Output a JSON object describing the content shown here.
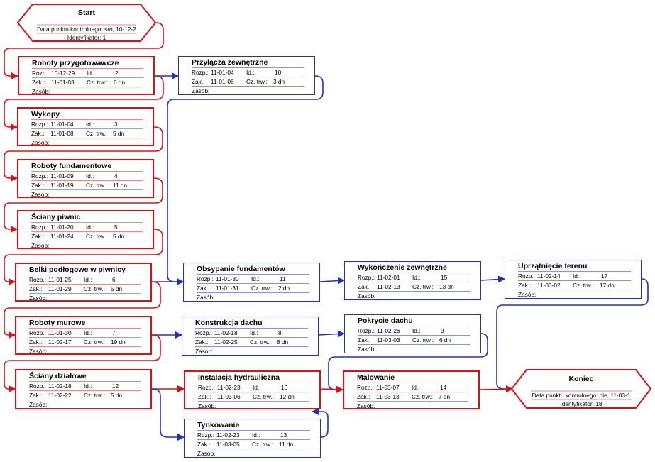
{
  "labels": {
    "start": "Rozp.:",
    "finish": "Zak.:",
    "id": "Id.:",
    "duration": "Cz. trw.:",
    "resource": "Zasób:"
  },
  "colors": {
    "critical": "#d9101a",
    "noncritical": "#2232b5"
  },
  "start_node": {
    "title": "Start",
    "line1": "Data punktu kontrolnego: śro, 10-12-2",
    "line2": "Identyfikator: 1"
  },
  "end_node": {
    "title": "Koniec",
    "line1": "Data punktu kontrolnego: nie, 11-03-1",
    "line2": "Identyfikator: 18"
  },
  "tasks": [
    {
      "key": "t2",
      "title": "Roboty przygotowawcze",
      "start": "10-12-29",
      "finish": "11-01-03",
      "id": "2",
      "duration": "6 dn",
      "critical": true
    },
    {
      "key": "t10",
      "title": "Przyłącza zewnętrzne",
      "start": "11-01-04",
      "finish": "11-01-06",
      "id": "10",
      "duration": "3 dn",
      "critical": false
    },
    {
      "key": "t3",
      "title": "Wykopy",
      "start": "11-01-04",
      "finish": "11-01-08",
      "id": "3",
      "duration": "5 dn",
      "critical": true
    },
    {
      "key": "t4",
      "title": "Roboty fundamentowe",
      "start": "11-01-09",
      "finish": "11-01-19",
      "id": "4",
      "duration": "11 dn",
      "critical": true
    },
    {
      "key": "t5",
      "title": "Ściany piwnic",
      "start": "11-01-20",
      "finish": "11-01-24",
      "id": "5",
      "duration": "5 dn",
      "critical": true
    },
    {
      "key": "t6",
      "title": "Belki podłogowe w piwnicy",
      "start": "11-01-25",
      "finish": "11-01-29",
      "id": "6",
      "duration": "5 dn",
      "critical": true
    },
    {
      "key": "t11",
      "title": "Obsypanie fundamentów",
      "start": "11-01-30",
      "finish": "11-01-31",
      "id": "11",
      "duration": "2 dn",
      "critical": false
    },
    {
      "key": "t15",
      "title": "Wykończenie zewnętrzne",
      "start": "11-02-01",
      "finish": "11-02-13",
      "id": "15",
      "duration": "13 dn",
      "critical": false
    },
    {
      "key": "t17",
      "title": "Uprzątnięcie terenu",
      "start": "11-02-14",
      "finish": "11-03-02",
      "id": "17",
      "duration": "17 dn",
      "critical": false
    },
    {
      "key": "t7",
      "title": "Roboty murowe",
      "start": "11-01-30",
      "finish": "11-02-17",
      "id": "7",
      "duration": "19 dn",
      "critical": true
    },
    {
      "key": "t8",
      "title": "Konstrukcja dachu",
      "start": "11-02-18",
      "finish": "11-02-25",
      "id": "8",
      "duration": "8 dn",
      "critical": false
    },
    {
      "key": "t9",
      "title": "Pokrycie dachu",
      "start": "11-02-26",
      "finish": "11-03-03",
      "id": "9",
      "duration": "6 dn",
      "critical": false
    },
    {
      "key": "t12",
      "title": "Ściany działowe",
      "start": "11-02-18",
      "finish": "11-02-22",
      "id": "12",
      "duration": "5 dn",
      "critical": true
    },
    {
      "key": "t16",
      "title": "Instalacja hydrauliczna",
      "start": "11-02-23",
      "finish": "11-03-06",
      "id": "16",
      "duration": "12 dn",
      "critical": true
    },
    {
      "key": "t14",
      "title": "Malowanie",
      "start": "11-03-07",
      "finish": "11-03-13",
      "id": "14",
      "duration": "7 dn",
      "critical": true
    },
    {
      "key": "t13",
      "title": "Tynkowanie",
      "start": "11-02-23",
      "finish": "11-03-05",
      "id": "13",
      "duration": "11 dn",
      "critical": false
    }
  ]
}
